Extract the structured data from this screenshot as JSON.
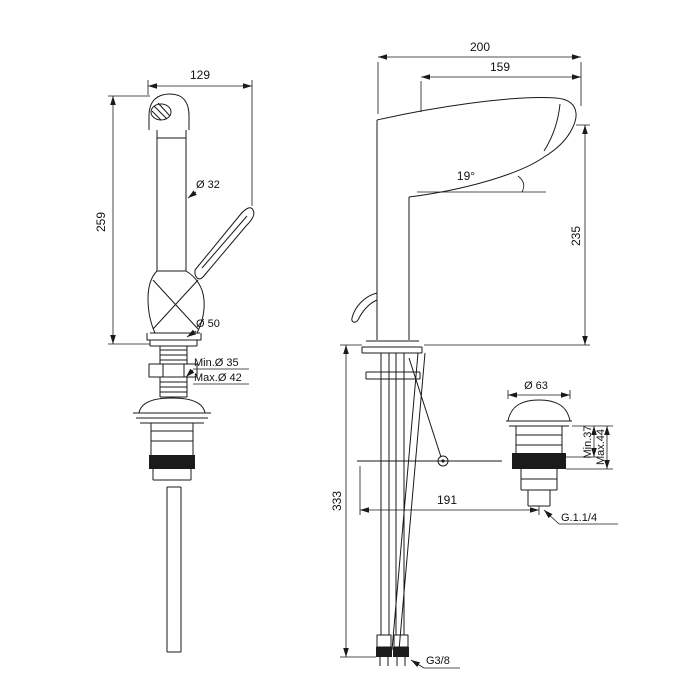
{
  "left_view": {
    "width": "129",
    "height": "259",
    "spout_diameter": "Ø 32",
    "body_diameter": "Ø 50",
    "mount_hole_min": "Min.Ø 35",
    "mount_hole_max": "Max.Ø 42"
  },
  "right_view": {
    "depth": "200",
    "spout_reach": "159",
    "spout_angle": "19°",
    "spout_height": "235",
    "below_deck_length": "333",
    "rod_offset": "191",
    "drain_diameter": "Ø 63",
    "deck_thickness_min": "Min.37",
    "deck_thickness_max": "Max.44",
    "drain_thread": "G.1.1/4",
    "hose_thread": "G3/8"
  },
  "colors": {
    "line": "#1a1a1a",
    "background": "#ffffff"
  }
}
